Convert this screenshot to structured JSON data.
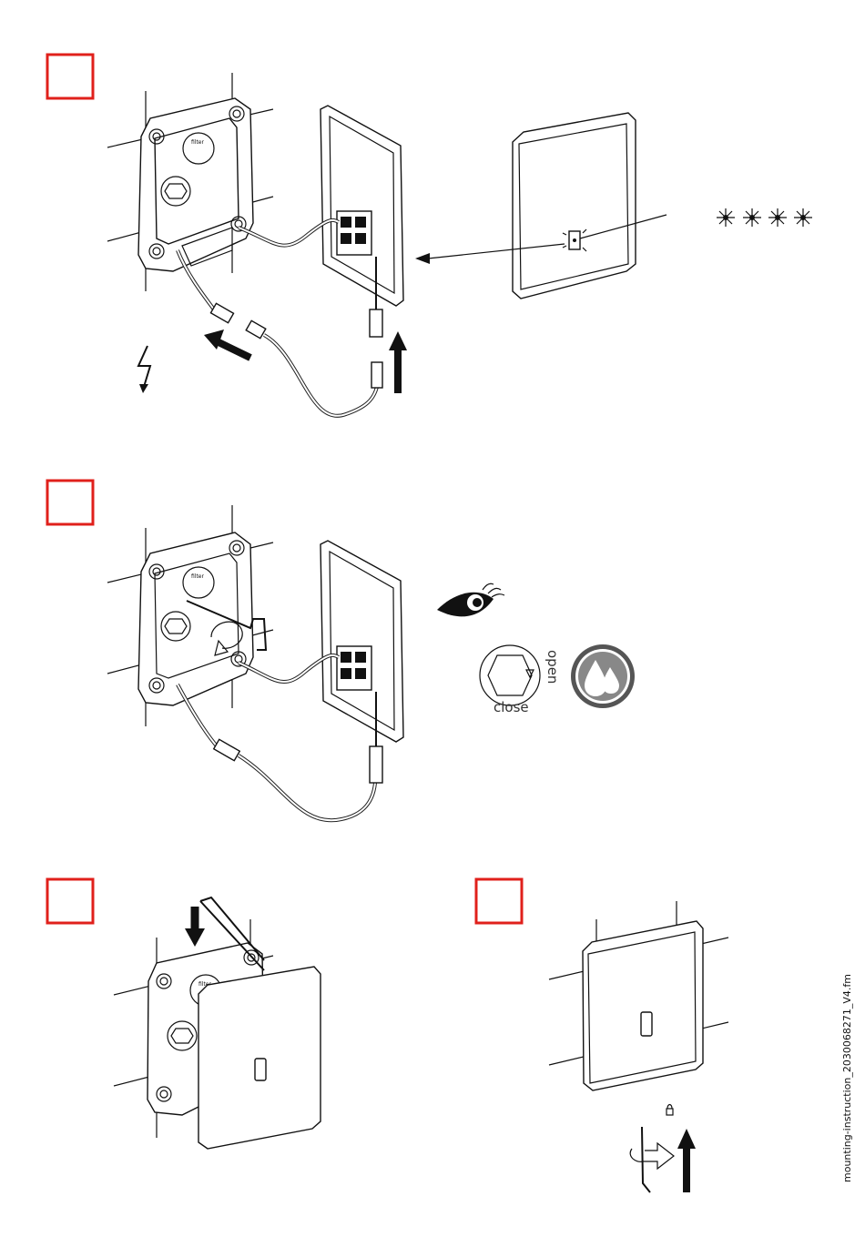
{
  "doc": {
    "file_name": "mounting-instruction_2030068271_V4.fm"
  },
  "colors": {
    "step_box": "#e0201b",
    "line": "#111111"
  },
  "valve": {
    "open_label": "open",
    "close_label": "close",
    "filter_label": "filter"
  },
  "icons": {
    "power": "lightning-bolt-icon",
    "inspect": "eye-icon",
    "water": "water-drops-icon",
    "led": "blinking-led-icon",
    "hex_key": "hex-key-icon",
    "rotate": "rotate-arrow-icon"
  }
}
